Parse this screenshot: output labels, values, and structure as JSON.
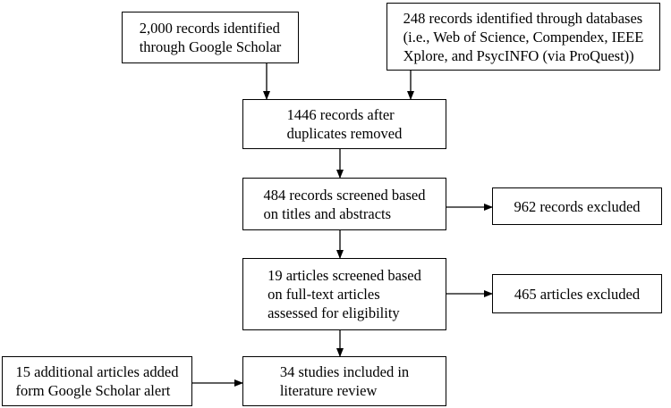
{
  "boxes": {
    "google_scholar": "2,000 records identified\nthrough Google Scholar",
    "databases": "248 records identified through databases\n(i.e., Web of Science, Compendex, IEEE\nXplore, and PsycINFO (via ProQuest))",
    "duplicates_removed": "1446 records after\nduplicates removed",
    "screened_titles": "484 records screened based\non titles and abstracts",
    "records_excluded": "962 records excluded",
    "articles_screened": "19 articles screened based\non full-text articles\nassessed for eligibility",
    "articles_excluded": "465 articles excluded",
    "additional_articles": "15 additional articles added\nform Google Scholar alert",
    "studies_included": "34 studies included in\nliterature review"
  }
}
